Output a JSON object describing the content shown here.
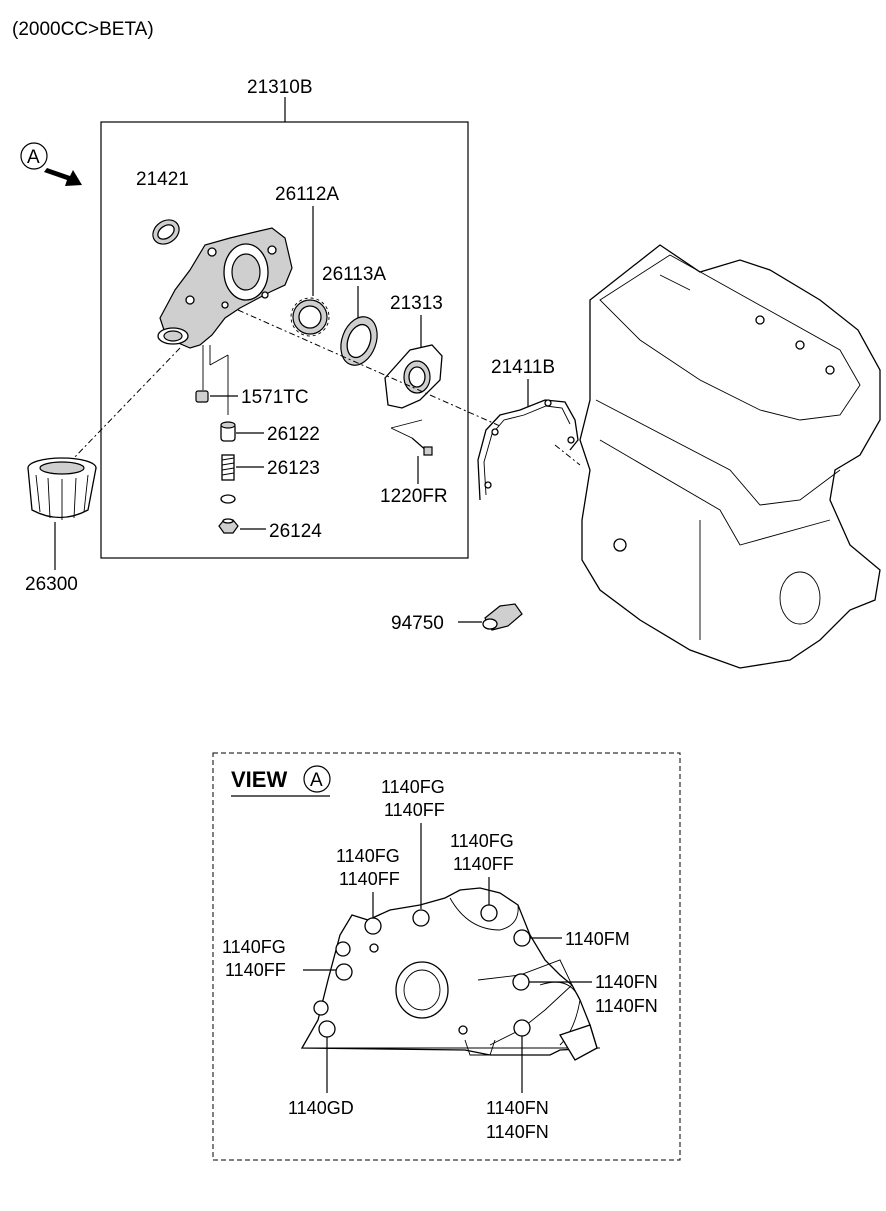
{
  "header": {
    "title": "(2000CC>BETA)"
  },
  "main_labels": {
    "assembly": "21310B",
    "arrow_marker": "A",
    "seal": "21421",
    "outer_rotor": "26112A",
    "inner_rotor": "26113A",
    "cover": "21313",
    "plug": "1571TC",
    "plunger": "26122",
    "spring": "26123",
    "relief_plug": "26124",
    "gasket": "21411B",
    "screw": "1220FR",
    "oil_filter": "26300",
    "switch": "94750"
  },
  "view": {
    "title": "VIEW",
    "marker": "A",
    "labels": {
      "top_center_a": "1140FG",
      "top_center_b": "1140FF",
      "top_left_a": "1140FG",
      "top_left_b": "1140FF",
      "top_right_a": "1140FG",
      "top_right_b": "1140FF",
      "left_a": "1140FG",
      "left_b": "1140FF",
      "right_top": "1140FM",
      "right_mid_a": "1140FN",
      "right_mid_b": "1140FN",
      "bottom_left": "1140GD",
      "bottom_right_a": "1140FN",
      "bottom_right_b": "1140FN"
    }
  }
}
